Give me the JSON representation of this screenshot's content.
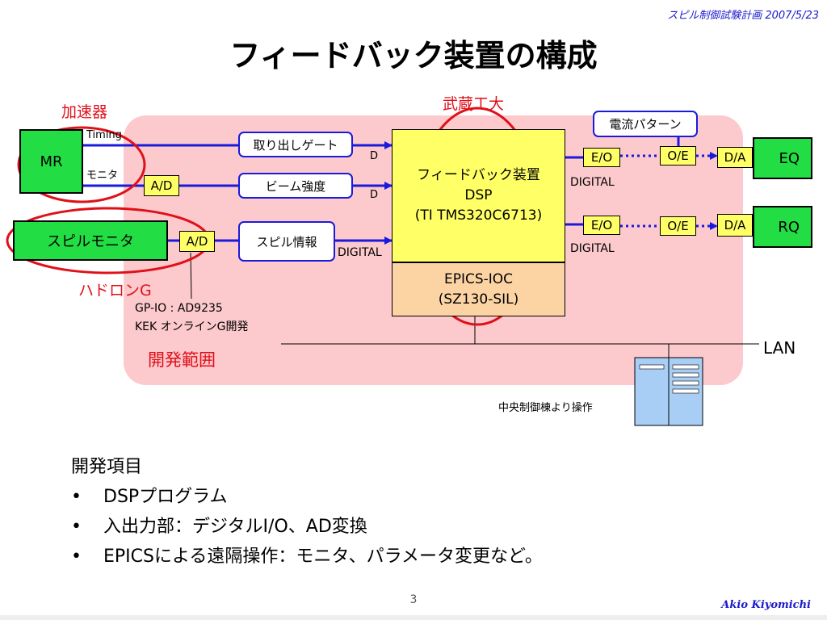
{
  "header": {
    "note": "スピル制御試験計画 2007/5/23"
  },
  "title": "フィードバック装置の構成",
  "labels": {
    "accelerator": "加速器",
    "musashi": "武蔵工大",
    "hadron": "ハドロンG",
    "dev_scope": "開発範囲",
    "gpio": "GP-IO : AD9235",
    "kek": "KEK オンラインG開発",
    "lan": "LAN",
    "central": "中央制御棟より操作",
    "timing": "Timing",
    "monitor": "モニタ",
    "d1": "D",
    "d2": "D",
    "digital1": "DIGITAL",
    "digital2": "DIGITAL",
    "digital3": "DIGITAL"
  },
  "nodes": {
    "mr": "MR",
    "spill_monitor": "スピルモニタ",
    "ad1": "A/D",
    "ad2": "A/D",
    "extract_gate": "取り出しゲート",
    "beam_intensity": "ビーム強度",
    "spill_info": "スピル情報",
    "fb_line1": "フィードバック装置",
    "fb_line2": "DSP",
    "fb_line3": "(TI TMS320C6713)",
    "ioc_line1": "EPICS-IOC",
    "ioc_line2": "(SZ130-SIL)",
    "current_pattern": "電流パターン",
    "eo1": "E/O",
    "eo2": "E/O",
    "oe1": "O/E",
    "oe2": "O/E",
    "da1": "D/A",
    "da2": "D/A",
    "eq": "EQ",
    "rq": "RQ"
  },
  "bullets": {
    "heading": "開発項目",
    "items": [
      "DSPプログラム",
      "入出力部：デジタルI/O、AD変換",
      "EPICSによる遠隔操作：モニタ、パラメータ変更など。"
    ]
  },
  "footer": {
    "page": "3",
    "author": "Akio Kiyomichi"
  }
}
